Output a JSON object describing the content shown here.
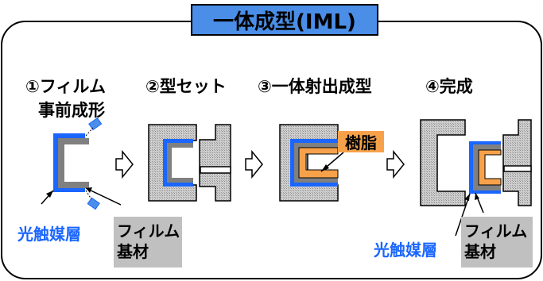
{
  "title": "一体成型(IML)",
  "steps": [
    {
      "line1": "①フィルム",
      "line2": "事前成形"
    },
    {
      "line1": "②型セット"
    },
    {
      "line1": "③一体射出成型"
    },
    {
      "line1": "④完成"
    }
  ],
  "labels": {
    "photocatalyst": "光触媒層",
    "film_base_1": "フィルム",
    "film_base_2": "基材",
    "resin": "樹脂"
  },
  "colors": {
    "title_bg": "#4a8ee8",
    "photocatalyst": "#1a66ff",
    "film": "#808080",
    "resin": "#f7a24a",
    "mold": "#b8b8b8"
  }
}
